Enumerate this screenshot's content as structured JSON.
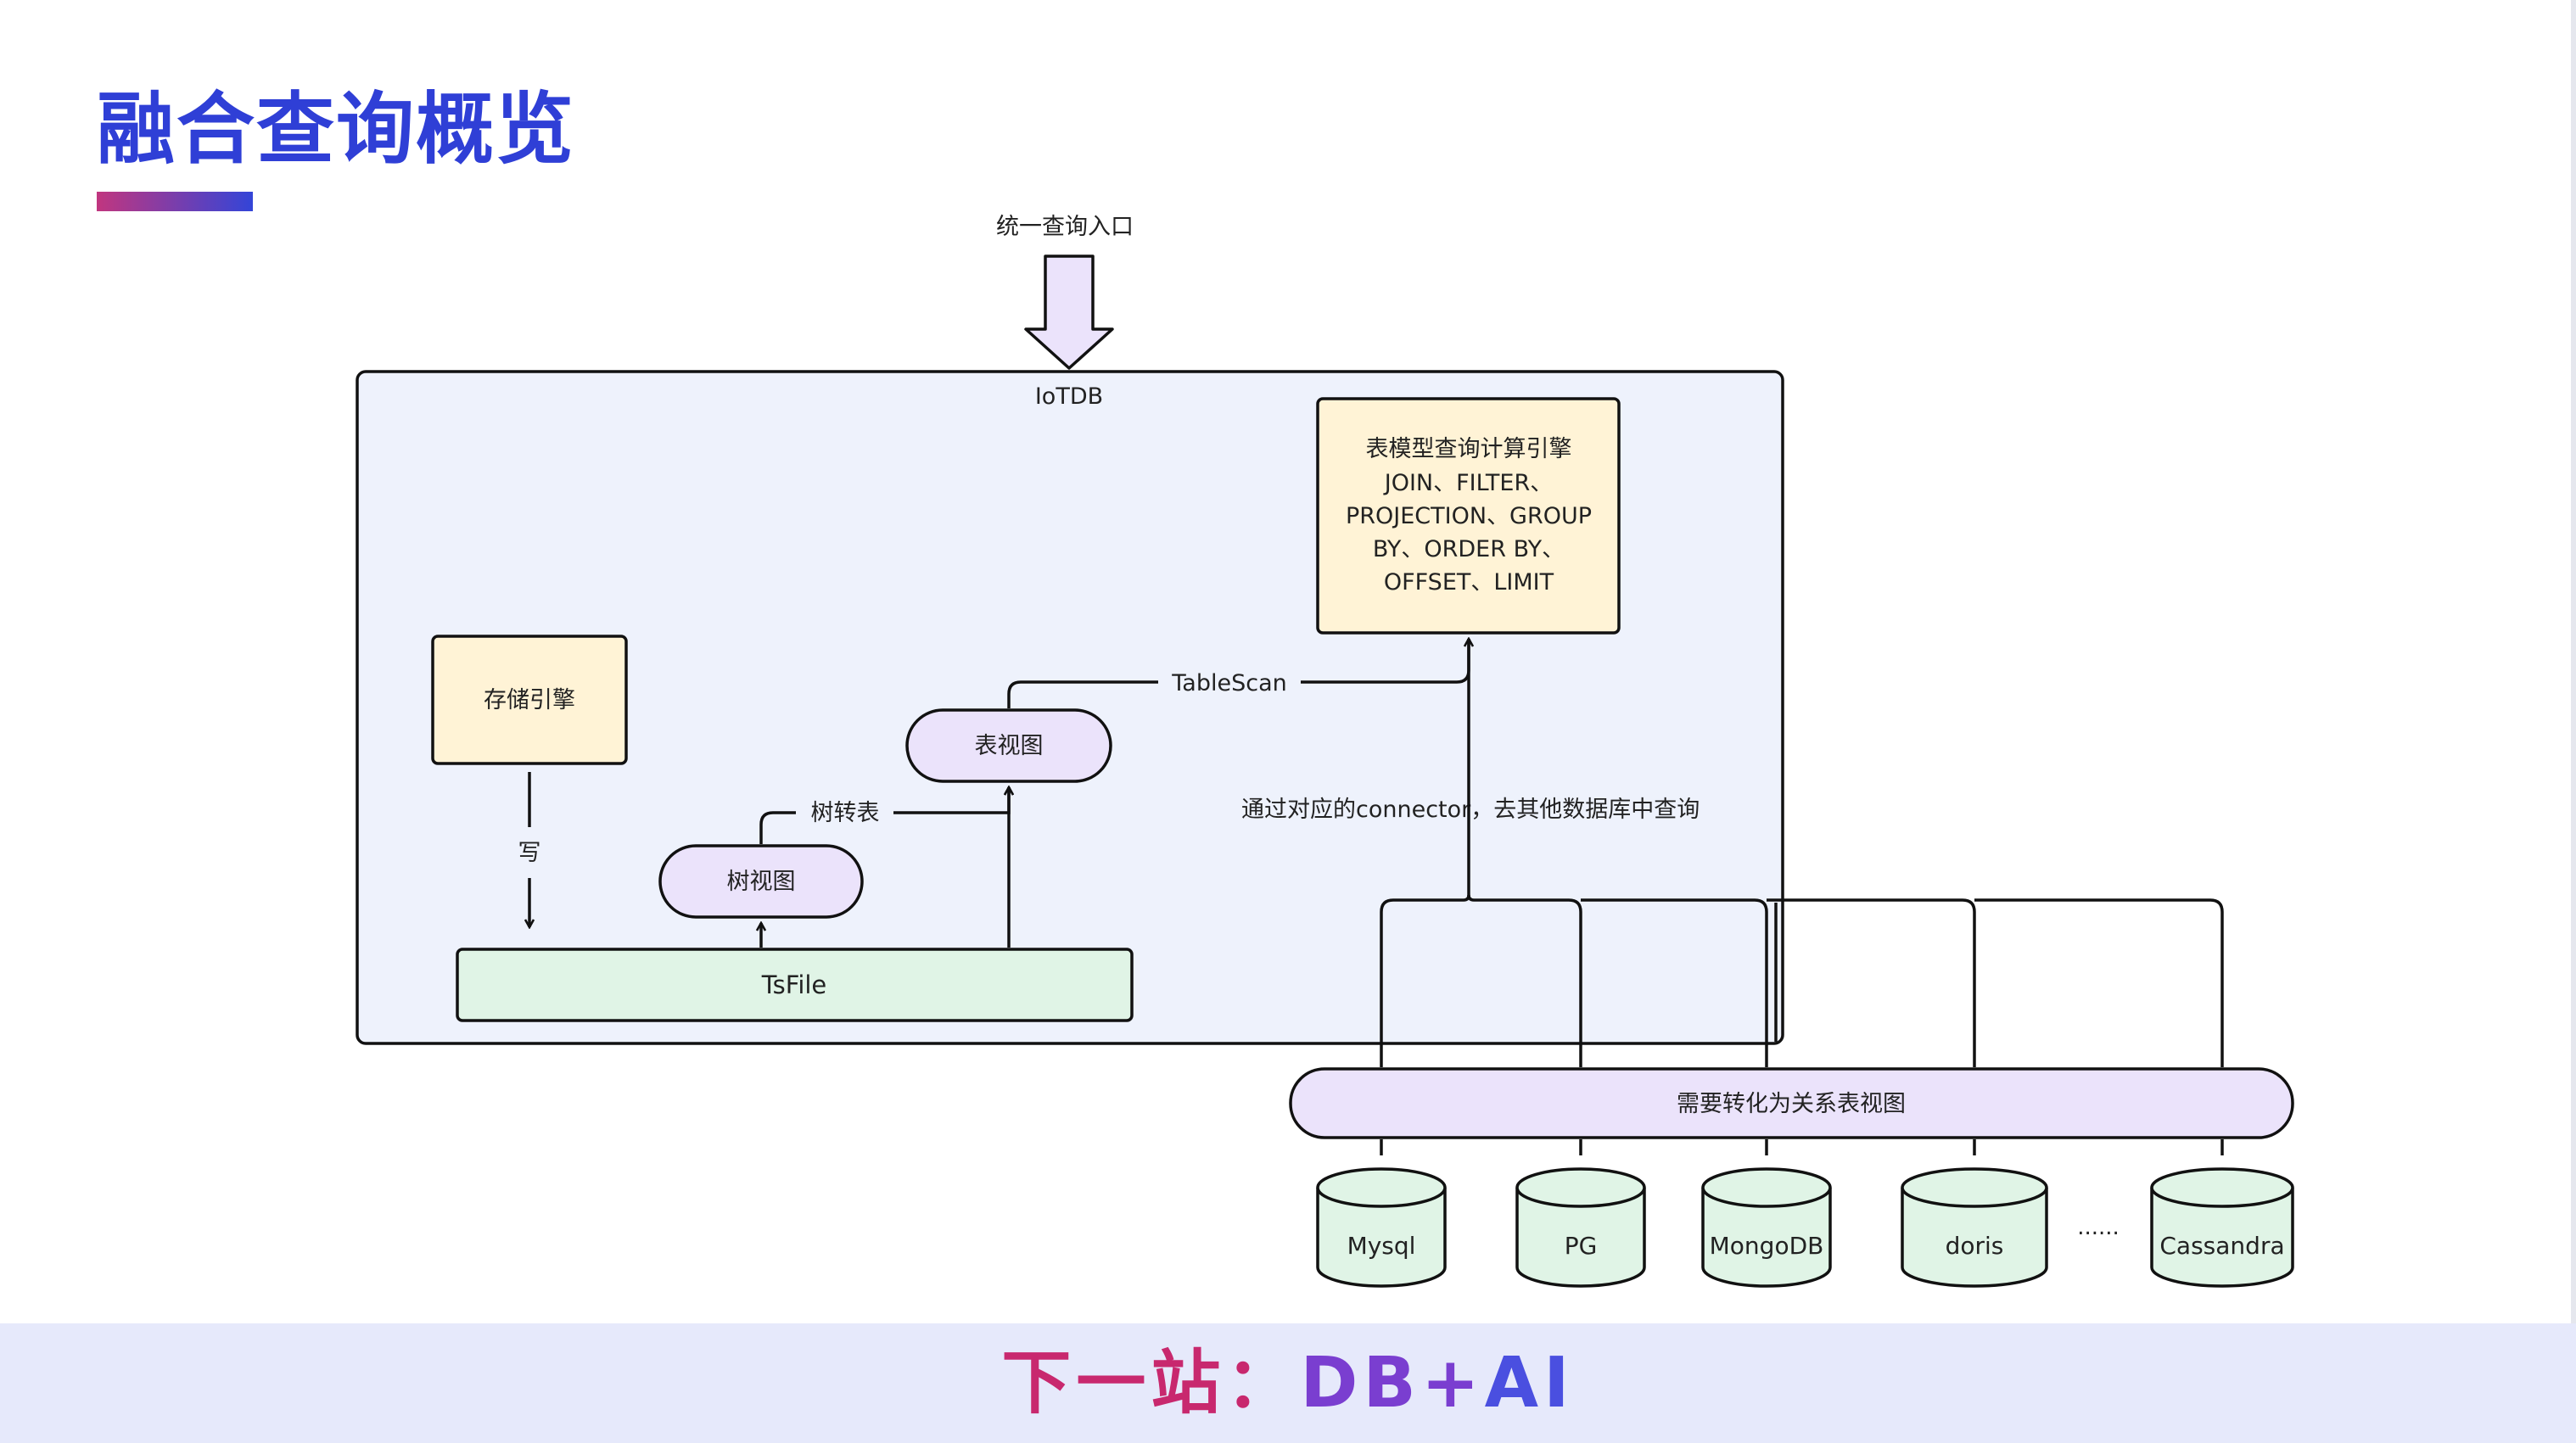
{
  "page": {
    "title": "融合查询概览"
  },
  "diagram": {
    "entry_label": "统一查询入口",
    "container_label": "IoTDB",
    "engine_lines": [
      "表模型查询计算引擎",
      "JOIN、FILTER、",
      "PROJECTION、GROUP",
      "BY、ORDER BY、",
      "OFFSET、LIMIT"
    ],
    "storage_engine": "存储引擎",
    "write_label": "写",
    "tsfile": "TsFile",
    "tree_view": "树视图",
    "tree_to_table": "树转表",
    "table_view": "表视图",
    "table_scan": "TableScan",
    "connector_note": "通过对应的connector，去其他数据库中查询",
    "relation_bar": "需要转化为关系表视图",
    "databases": [
      "Mysql",
      "PG",
      "MongoDB",
      "doris",
      "Cassandra"
    ],
    "ellipsis": "......"
  },
  "footer": {
    "prefix": "下一站：",
    "db": "DB",
    "plus": "+",
    "ai": "AI"
  },
  "colors": {
    "title": "#2f3fd6",
    "container_fill": "#eef2fc",
    "engine_fill": "#fff3d6",
    "pill_fill": "#ebe3fb",
    "tsfile_fill": "#e0f4e6",
    "db_fill": "#e0f4e6",
    "footer_bg": "#e6e9fb"
  }
}
